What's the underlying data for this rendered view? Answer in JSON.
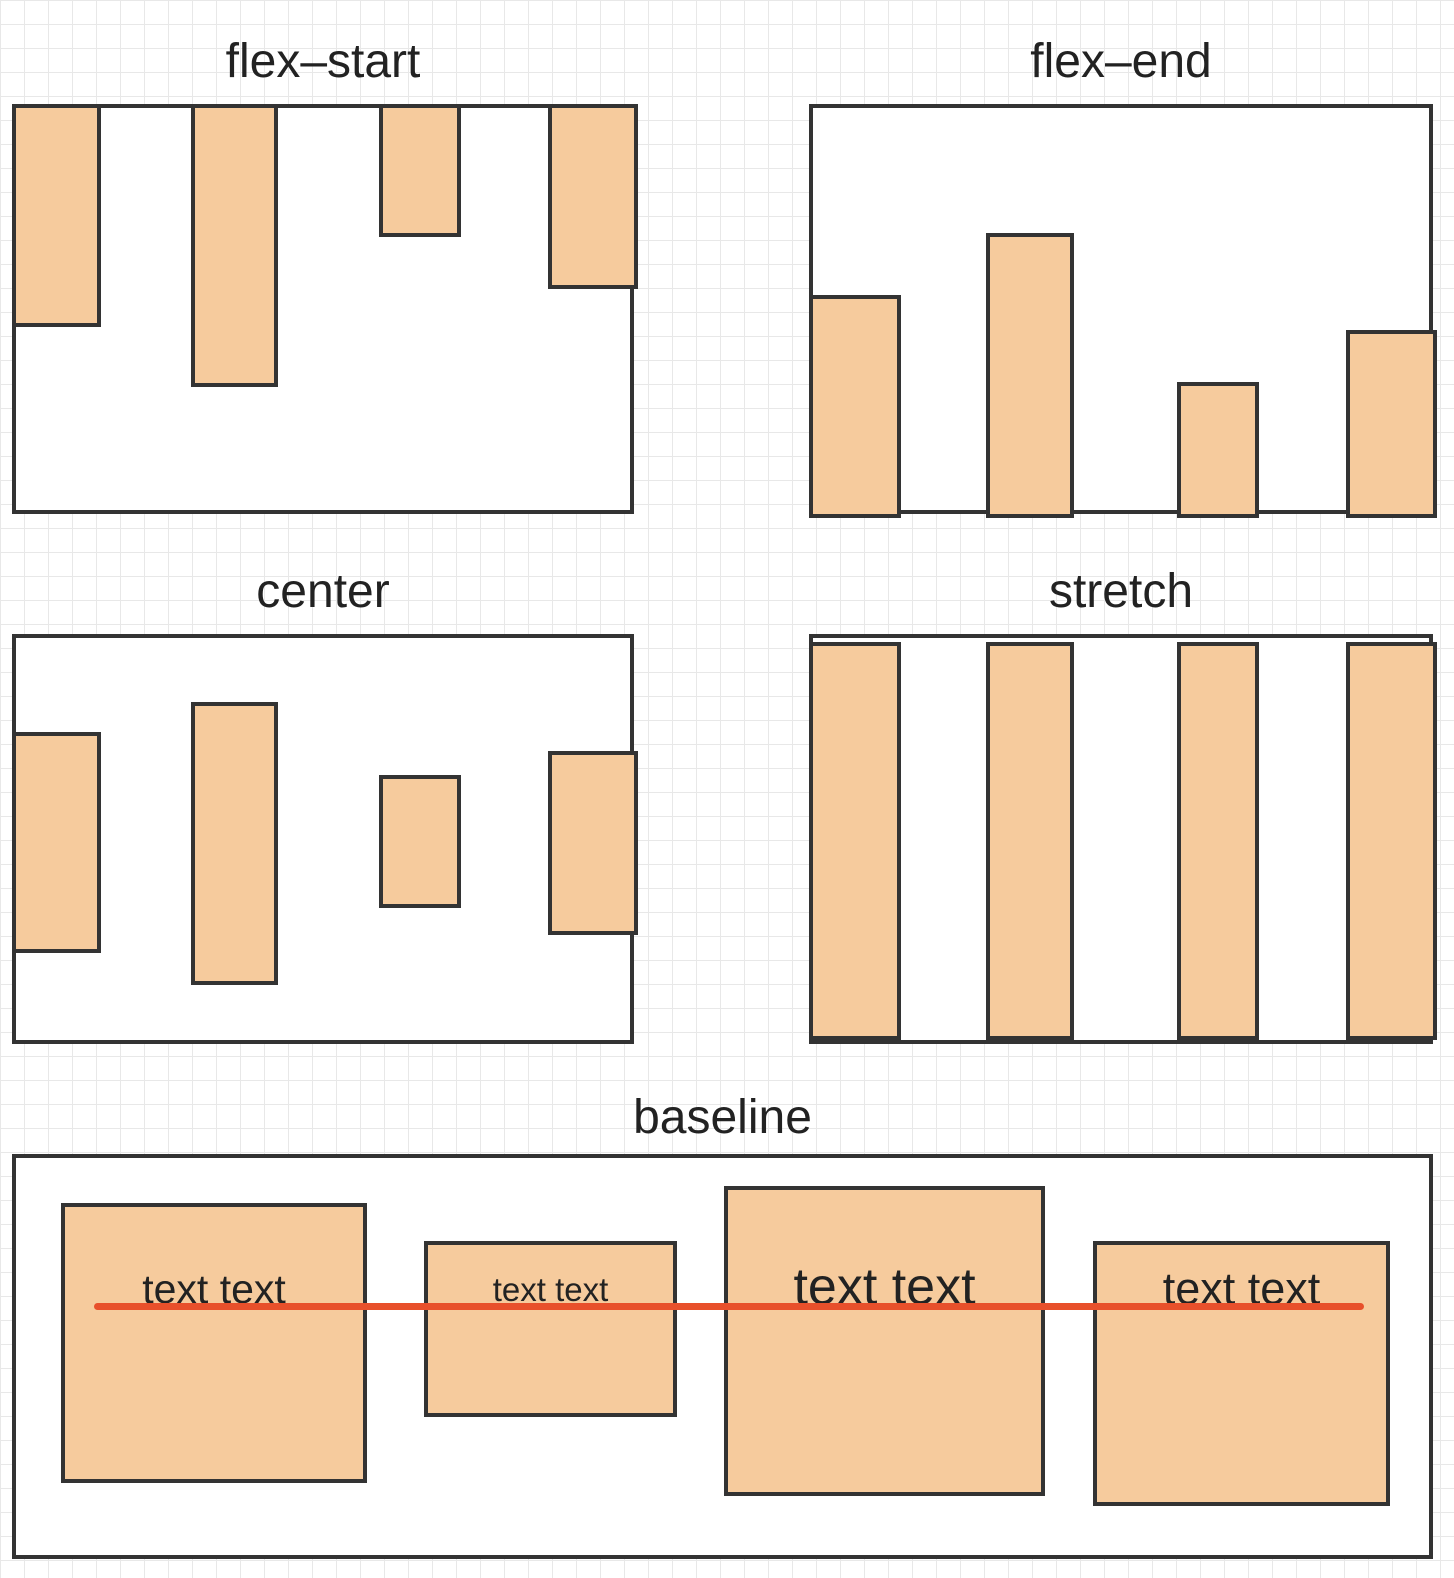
{
  "panels": {
    "flex_start": {
      "title": "flex–start"
    },
    "flex_end": {
      "title": "flex–end"
    },
    "center": {
      "title": "center"
    },
    "stretch": {
      "title": "stretch"
    },
    "baseline": {
      "title": "baseline",
      "items": [
        {
          "text": "text text"
        },
        {
          "text": "text text"
        },
        {
          "text": "text text"
        },
        {
          "text": "text text"
        }
      ]
    }
  },
  "colors": {
    "item_fill": "#f6cb9d",
    "border": "#333333",
    "baseline_marker": "#e8502b",
    "grid": "#e8e8e8"
  }
}
